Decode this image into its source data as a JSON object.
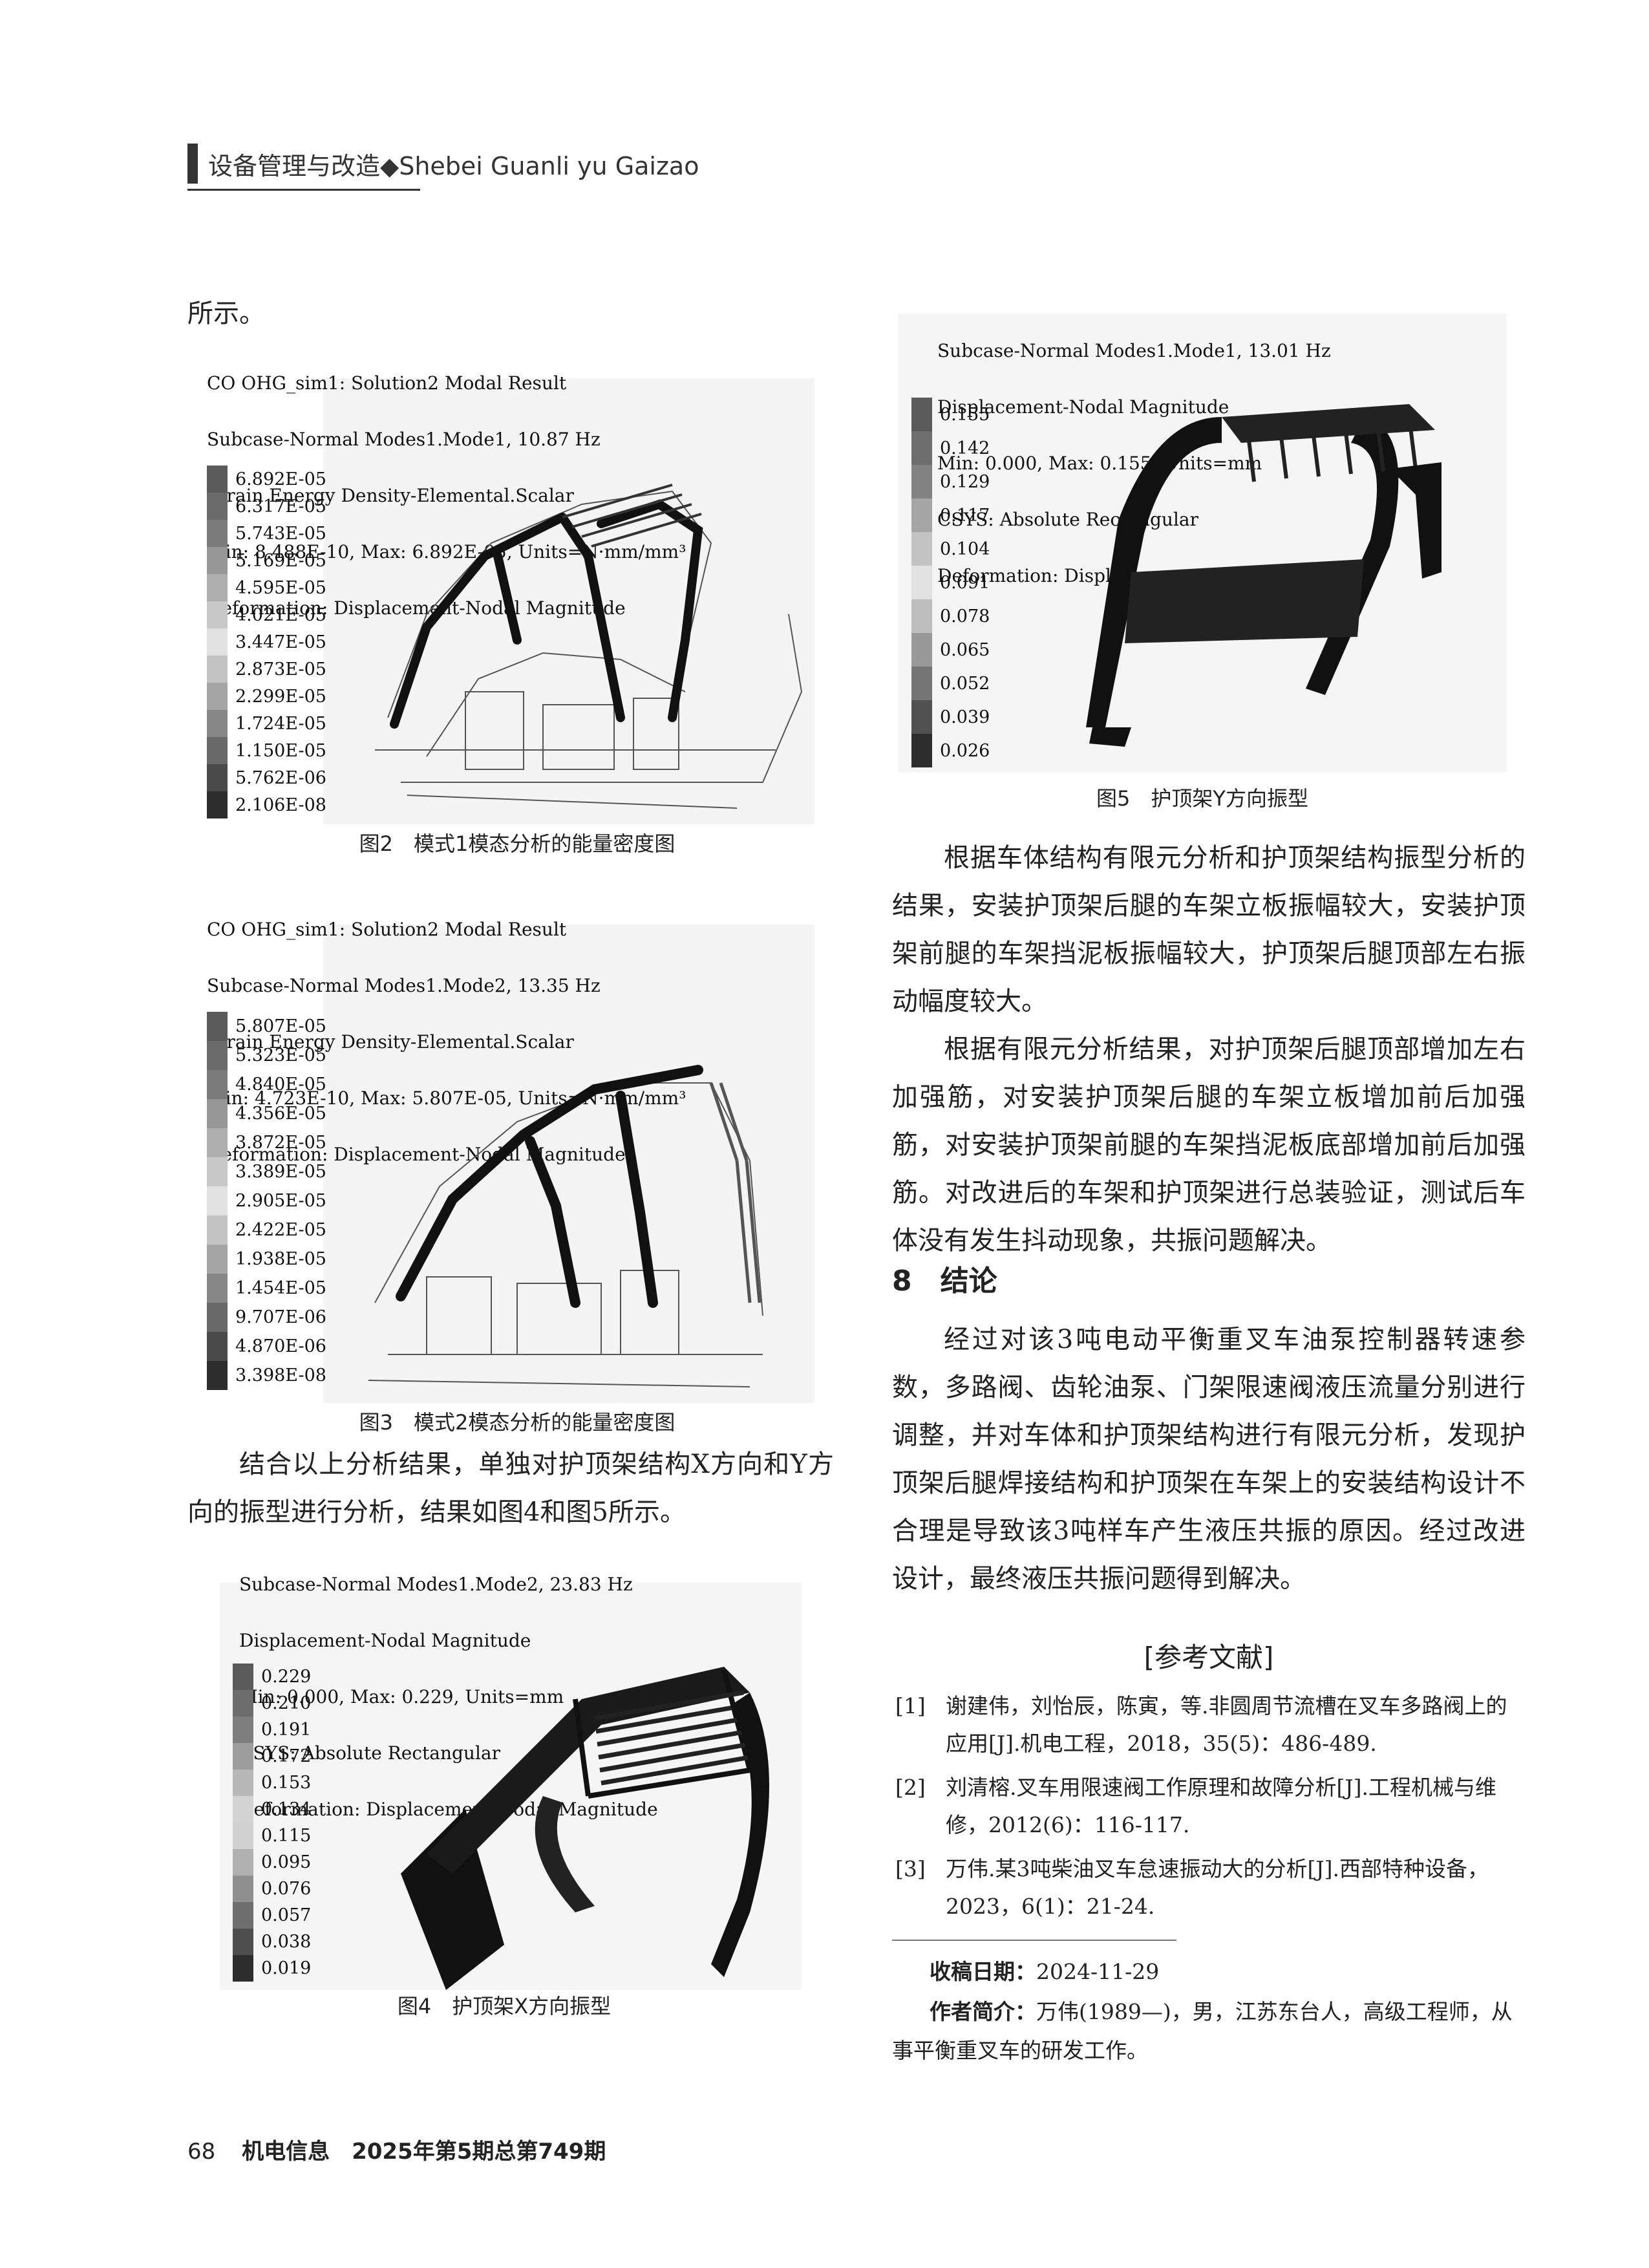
{
  "header": {
    "section": "设备管理与改造◆Shebei Guanli yu Gaizao"
  },
  "left_column": {
    "intro_tail": "所示。",
    "fig2": {
      "title_lines": [
        "CO OHG_sim1: Solution2 Modal Result",
        "Subcase-Normal Modes1.Mode1, 10.87 Hz",
        "Strain Energy Density-Elemental.Scalar",
        "Min: 8.488E-10, Max: 6.892E-05, Units=N·mm/mm³",
        "Deformation: Displacement-Nodal Magnitude"
      ],
      "legend": [
        "6.892E-05",
        "6.317E-05",
        "5.743E-05",
        "5.169E-05",
        "4.595E-05",
        "4.021E-05",
        "3.447E-05",
        "2.873E-05",
        "2.299E-05",
        "1.724E-05",
        "1.150E-05",
        "5.762E-06",
        "2.106E-08"
      ],
      "caption": "图2　模式1模态分析的能量密度图"
    },
    "fig3": {
      "title_lines": [
        "CO OHG_sim1: Solution2 Modal Result",
        "Subcase-Normal Modes1.Mode2, 13.35 Hz",
        "Strain Energy Density-Elemental.Scalar",
        "Min: 4.723E-10, Max: 5.807E-05, Units=N·mm/mm³",
        "Deformation: Displacement-Nodal Magnitude"
      ],
      "legend": [
        "5.807E-05",
        "5.323E-05",
        "4.840E-05",
        "4.356E-05",
        "3.872E-05",
        "3.389E-05",
        "2.905E-05",
        "2.422E-05",
        "1.938E-05",
        "1.454E-05",
        "9.707E-06",
        "4.870E-06",
        "3.398E-08"
      ],
      "caption": "图3　模式2模态分析的能量密度图"
    },
    "para": "结合以上分析结果，单独对护顶架结构X方向和Y方向的振型进行分析，结果如图4和图5所示。",
    "fig4": {
      "title_lines": [
        "Subcase-Normal Modes1.Mode2, 23.83 Hz",
        "Displacement-Nodal Magnitude",
        "Min: 0.000, Max: 0.229, Units=mm",
        "CSYS: Absolute Rectangular",
        "Deformation: Displacement-Nodal Magnitude"
      ],
      "legend": [
        "0.229",
        "0.210",
        "0.191",
        "0.172",
        "0.153",
        "0.134",
        "0.115",
        "0.095",
        "0.076",
        "0.057",
        "0.038",
        "0.019"
      ],
      "caption": "图4　护顶架X方向振型"
    }
  },
  "right_column": {
    "fig5": {
      "title_lines": [
        "Subcase-Normal Modes1.Mode1, 13.01 Hz",
        "Displacement-Nodal Magnitude",
        "Min: 0.000, Max: 0.155, Units=mm",
        "CSYS: Absolute Rectangular",
        "Deformation: Displacement-Nodal Magnitude"
      ],
      "legend": [
        "0.155",
        "0.142",
        "0.129",
        "0.117",
        "0.104",
        "0.091",
        "0.078",
        "0.065",
        "0.052",
        "0.039",
        "0.026"
      ],
      "caption": "图5　护顶架Y方向振型"
    },
    "para1": "根据车体结构有限元分析和护顶架结构振型分析的结果，安装护顶架后腿的车架立板振幅较大，安装护顶架前腿的车架挡泥板振幅较大，护顶架后腿顶部左右振动幅度较大。",
    "para2": "根据有限元分析结果，对护顶架后腿顶部增加左右加强筋，对安装护顶架后腿的车架立板增加前后加强筋，对安装护顶架前腿的车架挡泥板底部增加前后加强筋。对改进后的车架和护顶架进行总装验证，测试后车体没有发生抖动现象，共振问题解决。",
    "section8": "8　结论",
    "para3": "经过对该3吨电动平衡重叉车油泵控制器转速参数，多路阀、齿轮油泵、门架限速阀液压流量分别进行调整，并对车体和护顶架结构进行有限元分析，发现护顶架后腿焊接结构和护顶架在车架上的安装结构设计不合理是导致该3吨样车产生液压共振的原因。经过改进设计，最终液压共振问题得到解决。",
    "refs_title": "[参考文献]",
    "refs": [
      {
        "num": "[1]",
        "text": "谢建伟，刘怡辰，陈寅，等.非圆周节流槽在叉车多路阀上的应用[J].机电工程，2018，35(5)：486-489."
      },
      {
        "num": "[2]",
        "text": "刘清榕.叉车用限速阀工作原理和故障分析[J].工程机械与维修，2012(6)：116-117."
      },
      {
        "num": "[3]",
        "text": "万伟.某3吨柴油叉车怠速振动大的分析[J].西部特种设备，2023，6(1)：21-24."
      }
    ],
    "received_label": "收稿日期：",
    "received_value": "2024-11-29",
    "author_label": "作者简介：",
    "author_value": "万伟(1989—)，男，江苏东台人，高级工程师，从事平衡重叉车的研发工作。"
  },
  "footer": {
    "page": "68",
    "journal": "机电信息　2025年第5期总第749期"
  }
}
